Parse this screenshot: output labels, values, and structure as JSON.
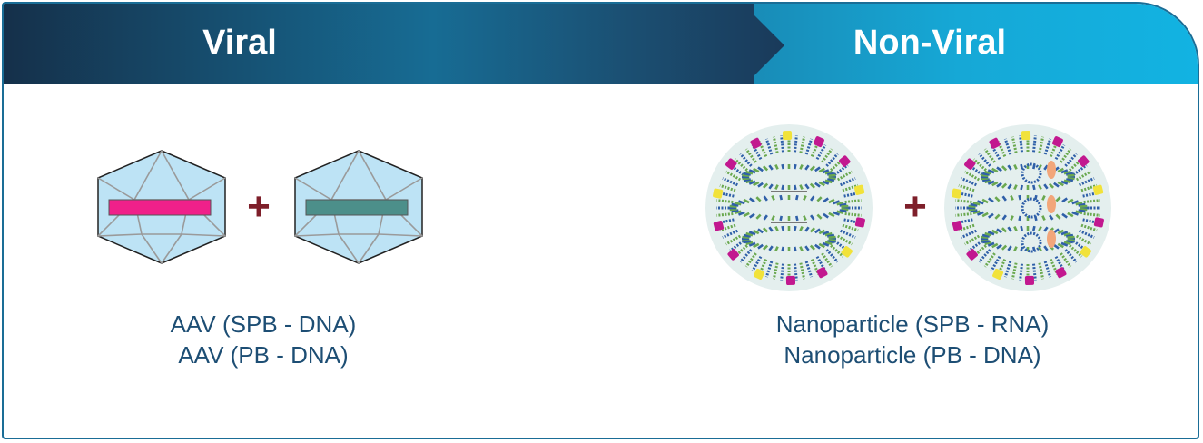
{
  "header": {
    "viral_label": "Viral",
    "nonviral_label": "Non-Viral"
  },
  "viral": {
    "caption_lines": [
      "AAV (SPB - DNA)",
      "AAV (PB - DNA)"
    ],
    "plus_symbol": "+",
    "capsid_1_insert_color": "#f0208a",
    "capsid_2_insert_color": "#4c8f8a"
  },
  "nonviral": {
    "caption_lines": [
      "Nanoparticle (SPB - RNA)",
      "Nanoparticle (PB - DNA)"
    ],
    "plus_symbol": "+"
  },
  "colors": {
    "header_dark": "#15304a",
    "header_light": "#12b3e2",
    "border": "#1a6d96",
    "caption_text": "#1d4e74",
    "plus": "#7e1f2a",
    "capsid_fill": "#bde3f5",
    "particle_bg": "#e4efee",
    "lipid_green": "#6aa84f",
    "lipid_blue": "#2f5fa8",
    "protein_magenta": "#c2188f",
    "protein_yellow": "#f1e23a"
  },
  "icons": [
    "aav-capsid-icon",
    "lipid-nanoparticle-icon"
  ]
}
